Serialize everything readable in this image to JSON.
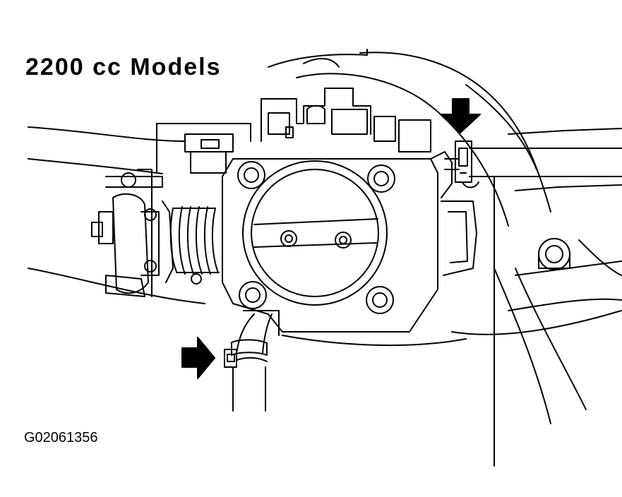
{
  "diagram": {
    "title": "2200 cc Models",
    "figure_id": "G02061356",
    "callouts": [
      {
        "name": "upper-hose-clamp",
        "pointer": "arrow-down"
      },
      {
        "name": "lower-hose-clamp",
        "pointer": "arrow-right"
      }
    ]
  }
}
